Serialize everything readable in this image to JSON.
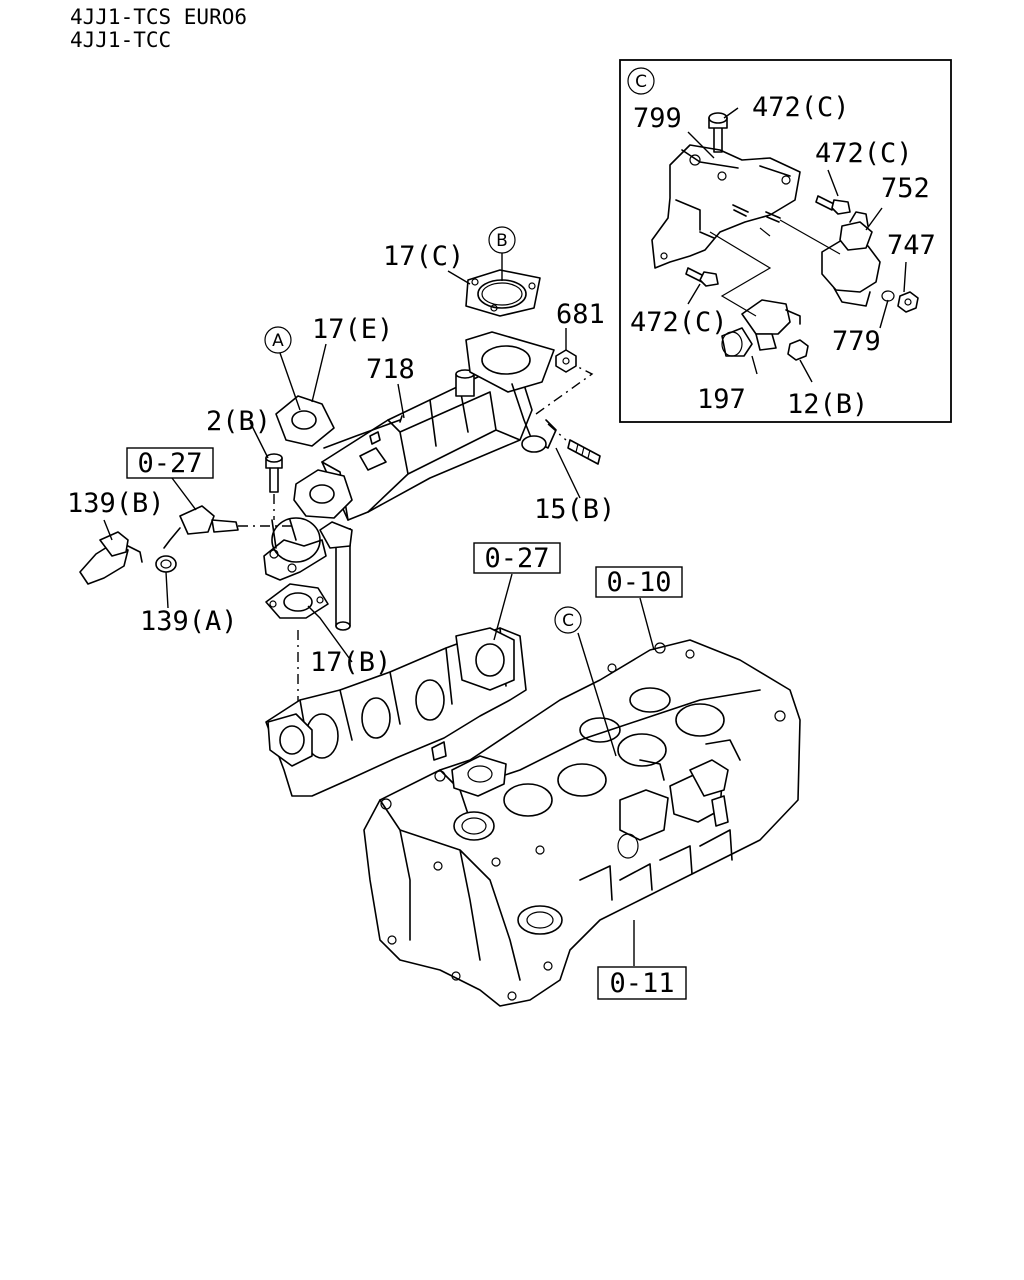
{
  "header": {
    "line1": "4JJ1-TCS EURO6",
    "line2": "4JJ1-TCC"
  },
  "inset": {
    "marker": "C",
    "labels": {
      "p799": "799",
      "p472c_top": "472(C)",
      "p472c_mid": "472(C)",
      "p752": "752",
      "p747": "747",
      "p472c_low": "472(C)",
      "p779": "779",
      "p197": "197",
      "p12b": "12(B)"
    }
  },
  "markers": {
    "a": "A",
    "b": "B",
    "c": "C"
  },
  "labels": {
    "p17c": "17(C)",
    "p681": "681",
    "p17e": "17(E)",
    "p718": "718",
    "p2b": "2(B)",
    "p15b": "15(B)",
    "p139b": "139(B)",
    "p139a": "139(A)",
    "p17b": "17(B)"
  },
  "refs": {
    "r027a": "0-27",
    "r027b": "0-27",
    "r010": "0-10",
    "r011": "0-11"
  }
}
